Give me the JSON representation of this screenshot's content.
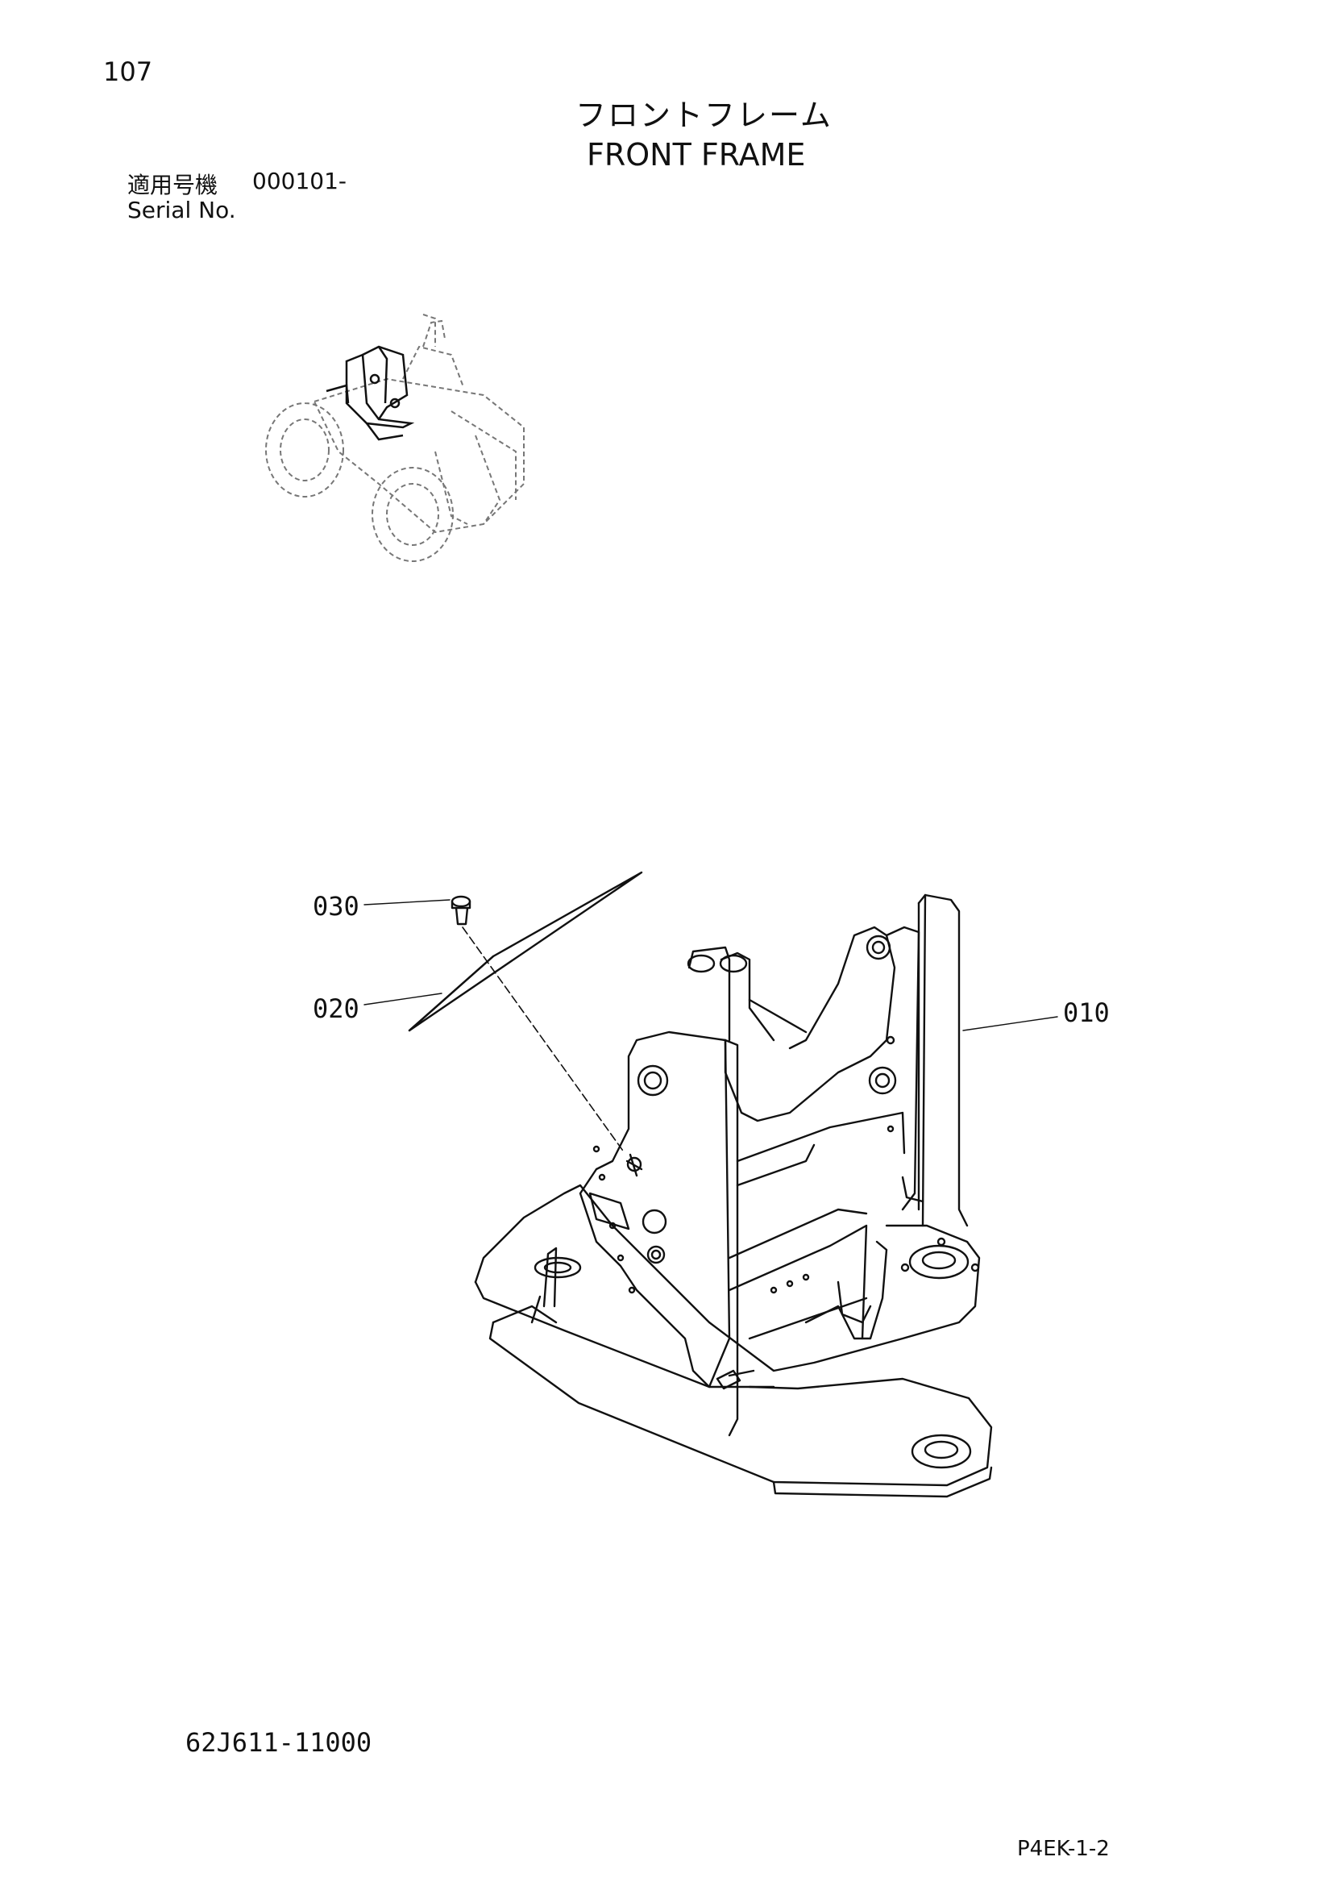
{
  "header": {
    "page_number": "107",
    "title_jp": "フロントフレーム",
    "title_en": "FRONT FRAME"
  },
  "serial": {
    "label_jp": "適用号機",
    "from": "000101-",
    "label_en": "Serial No."
  },
  "callouts": {
    "c030": "030",
    "c020": "020",
    "c010": "010"
  },
  "footer": {
    "part_number": "62J611-11000",
    "page_code": "P4EK-1-2"
  },
  "icons": {
    "locator": "machine-locator-illustration",
    "frame": "front-frame-exploded-drawing"
  }
}
